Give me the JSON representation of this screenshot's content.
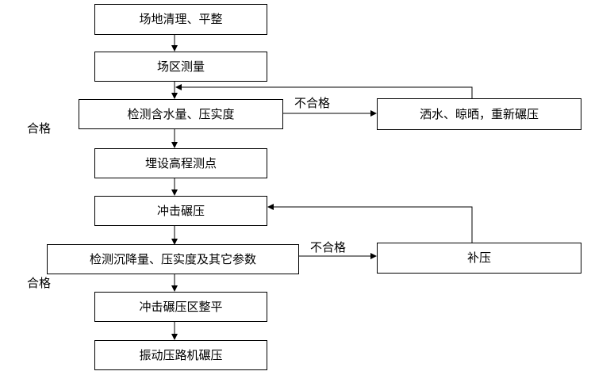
{
  "steps": {
    "site_clearing": "场地清理、平整",
    "survey": "场区测量",
    "moisture_check": "检测含水量、压实度",
    "rework_water": "洒水、晾晒，重新碾压",
    "set_points": "埋设高程测点",
    "impact_rolling": "冲击碾压",
    "settlement_check": "检测沉降量、压实度及其它参数",
    "supplement_rolling": "补压",
    "leveling": "冲击碾压区整平",
    "vibratory_rolling": "振动压路机碾压"
  },
  "labels": {
    "fail_1": "不合格",
    "fail_2": "不合格",
    "pass_1": "合格",
    "pass_2": "合格"
  }
}
